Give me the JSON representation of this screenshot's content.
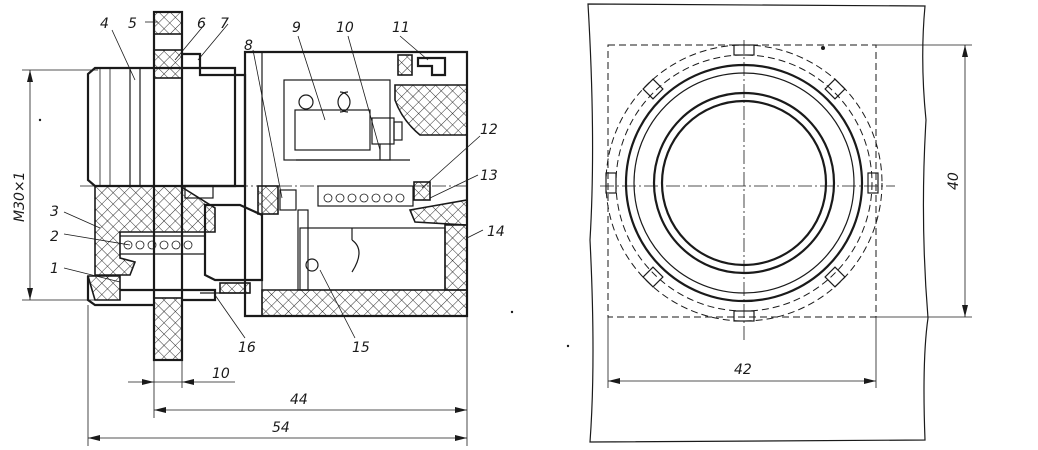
{
  "callouts": [
    "1",
    "2",
    "3",
    "4",
    "5",
    "6",
    "7",
    "8",
    "9",
    "10",
    "11",
    "12",
    "13",
    "14",
    "15",
    "16"
  ],
  "dimensions": {
    "thread": "M30×1",
    "d10": "10",
    "d44": "44",
    "d54": "54",
    "d40": "40",
    "d42": "42"
  },
  "colors": {
    "ink": "#1a1a1a",
    "paper": "#ffffff"
  }
}
